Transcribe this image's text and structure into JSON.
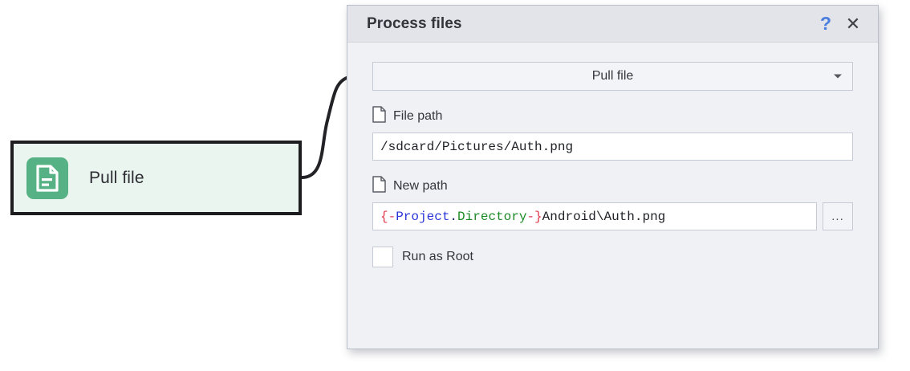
{
  "node": {
    "label": "Pull file",
    "icon": "document-file-icon",
    "icon_color": "#56b184",
    "background": "#e9f5ee",
    "border_color": "#1d1d1f"
  },
  "dialog": {
    "title": "Process files",
    "help_glyph": "?",
    "close_glyph": "✕",
    "help_color": "#4a7ede",
    "combo": {
      "selected": "Pull file",
      "options": [
        "Pull file"
      ]
    },
    "fields": [
      {
        "icon": "file-document-icon",
        "label": "File path",
        "value": "/sdcard/Pictures/Auth.png",
        "has_browse": false
      },
      {
        "icon": "file-document-icon",
        "label": "New path",
        "value": "{-Project.Directory-}Android\\Auth.png",
        "has_browse": true,
        "browse_label": "...",
        "tokens": [
          {
            "text": "{-",
            "color": "#e03a4e"
          },
          {
            "text": "Project",
            "color": "#2a36d8"
          },
          {
            "text": ".",
            "color": "#1b2470"
          },
          {
            "text": "Directory",
            "color": "#1d8a27"
          },
          {
            "text": "-}",
            "color": "#e03a4e"
          },
          {
            "text": "Android\\Auth.png",
            "color": "#1f2126"
          }
        ]
      }
    ],
    "checkbox": {
      "label": "Run as Root",
      "checked": false
    }
  }
}
